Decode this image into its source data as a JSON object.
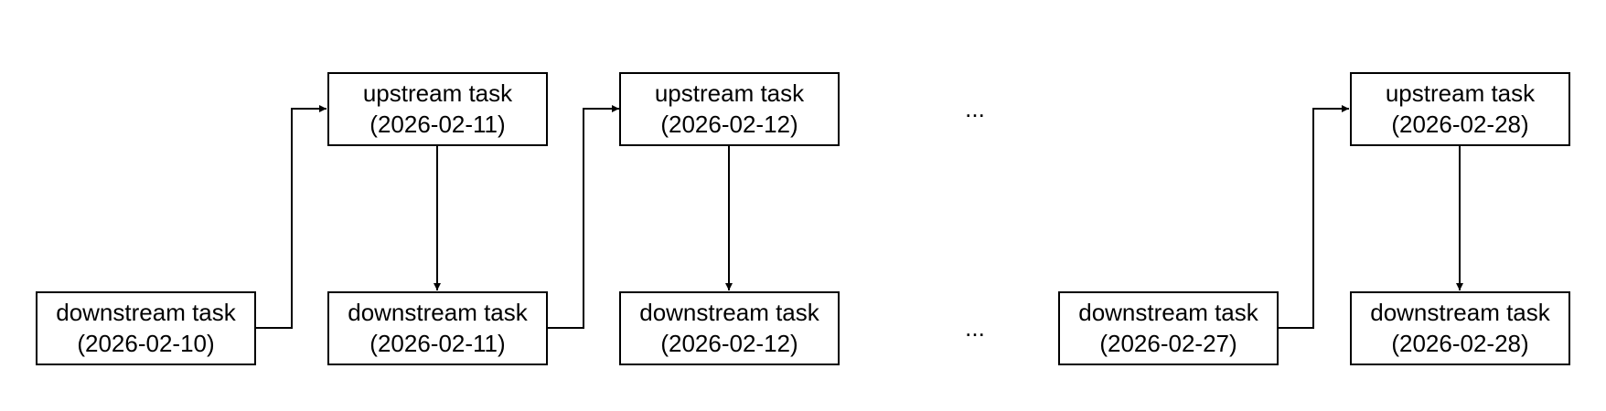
{
  "nodes": {
    "u1": {
      "title": "upstream task",
      "date": "(2026-02-11)"
    },
    "u2": {
      "title": "upstream task",
      "date": "(2026-02-12)"
    },
    "u3": {
      "title": "upstream task",
      "date": "(2026-02-28)"
    },
    "d0": {
      "title": "downstream task",
      "date": "(2026-02-10)"
    },
    "d1": {
      "title": "downstream task",
      "date": "(2026-02-11)"
    },
    "d2": {
      "title": "downstream task",
      "date": "(2026-02-12)"
    },
    "d3": {
      "title": "downstream task",
      "date": "(2026-02-27)"
    },
    "d4": {
      "title": "downstream task",
      "date": "(2026-02-28)"
    }
  },
  "ellipsis": {
    "top": "...",
    "bottom": "..."
  }
}
